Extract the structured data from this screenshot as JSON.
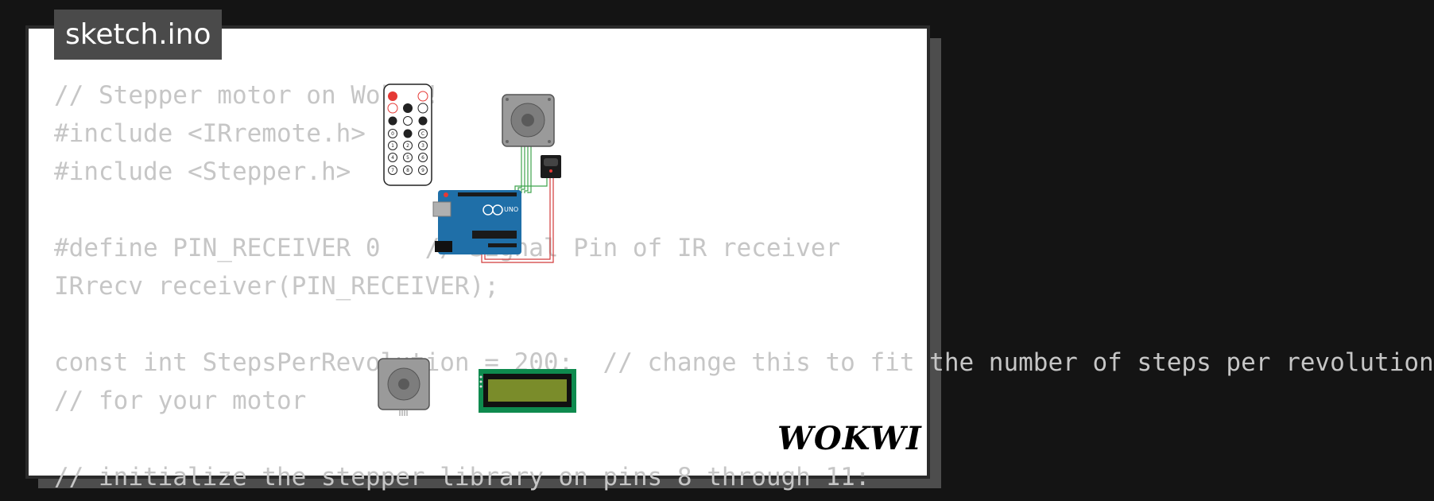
{
  "tab": {
    "filename": "sketch.ino"
  },
  "code_lines": [
    "// Stepper motor on Wokwi!",
    "#include <IRremote.h>",
    "#include <Stepper.h>",
    "",
    "#define PIN_RECEIVER 0   // Signal Pin of IR receiver",
    "IRrecv receiver(PIN_RECEIVER);",
    "",
    "const int StepsPerRevolution = 200;  // change this to fit the number of steps per revolution",
    "// for your motor",
    "",
    "// initialize the stepper library on pins 8 through 11:"
  ],
  "brand": {
    "logo_text": "WOKWI"
  },
  "components": {
    "remote": {
      "icon": "ir-remote-icon",
      "keys": [
        "0",
        "C",
        "1",
        "2",
        "3",
        "4",
        "5",
        "6",
        "7",
        "8",
        "9"
      ]
    },
    "arduino": {
      "icon": "arduino-uno-icon",
      "label": "UNO"
    },
    "stepper_top": {
      "icon": "stepper-motor-icon"
    },
    "stepper_bottom": {
      "icon": "stepper-motor-icon"
    },
    "ir_receiver": {
      "icon": "ir-receiver-icon"
    },
    "lcd": {
      "icon": "lcd-display-icon"
    }
  },
  "colors": {
    "arduino_blue": "#1f6fa8",
    "lcd_green": "#0e8a4e",
    "wire_green": "#3fa34d",
    "wire_red": "#d23a3a"
  }
}
